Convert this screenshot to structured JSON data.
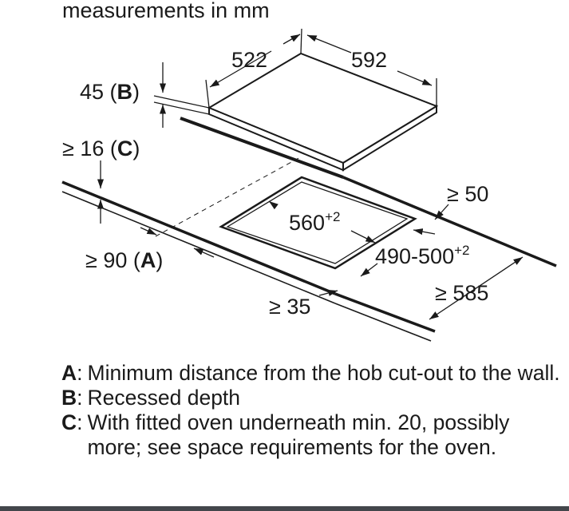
{
  "header": {
    "title": "measurements in mm"
  },
  "dimensions": {
    "hob_depth": "522",
    "hob_width": "592",
    "recessed_depth_value": "45",
    "recessed_depth_key": "B",
    "oven_gap_prefix": "≥ 16",
    "oven_gap_key": "C",
    "wall_distance_prefix": "≥ 90",
    "wall_distance_key": "A",
    "front_min": "≥ 50",
    "cutout_width": "560",
    "cutout_width_tol": "+2",
    "cutout_depth": "490-500",
    "cutout_depth_tol": "+2",
    "worktop_depth": "≥ 585",
    "front_edge": "≥ 35"
  },
  "legend": [
    {
      "key": "A",
      "text": "Minimum distance from the hob cut-out to the wall."
    },
    {
      "key": "B",
      "text": "Recessed depth"
    },
    {
      "key": "C",
      "text": "With fitted oven underneath min. 20, possibly more; see space requirements for the oven."
    }
  ],
  "colors": {
    "ink": "#1a1a1a",
    "background": "#ffffff",
    "bottom_rule": "#43464b"
  }
}
